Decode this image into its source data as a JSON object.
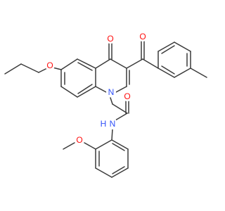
{
  "colors": {
    "bond": "#3b3b3b",
    "oxygen": "#ff0d0d",
    "nitrogen": "#3050f8",
    "background": "#ffffff"
  },
  "atom_labels": {
    "o_ethoxy": "O",
    "o_quinolone": "O",
    "o_benzoyl": "O",
    "n_ring": "N",
    "o_amide": "O",
    "nh_amide": "N",
    "h_amide": "H",
    "o_methoxy": "O"
  }
}
